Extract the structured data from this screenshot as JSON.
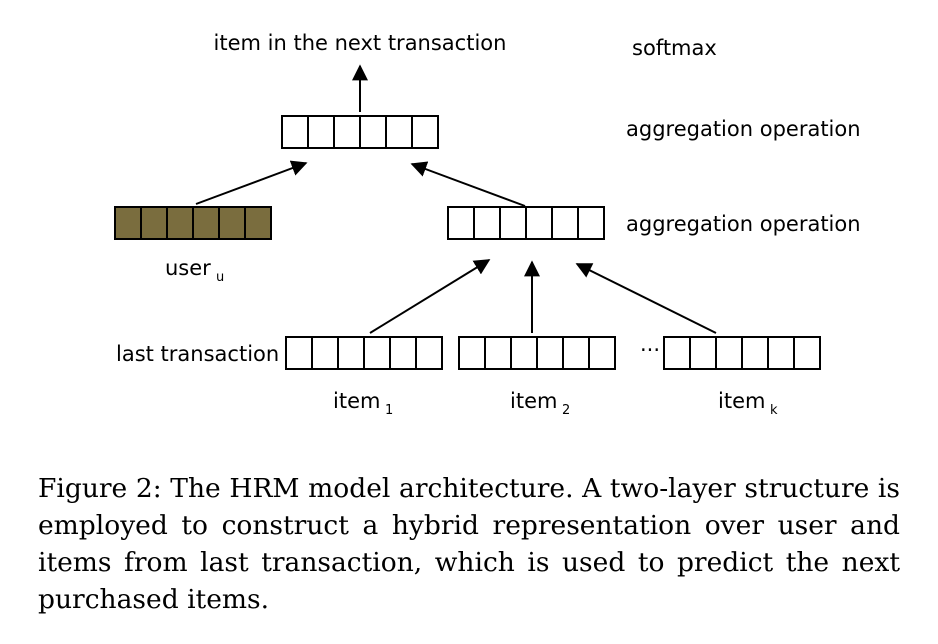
{
  "labels": {
    "top": "item in the next transaction",
    "softmax": "softmax",
    "agg_top": "aggregation operation",
    "agg_mid": "aggregation operation",
    "user": "user",
    "user_sub": "u",
    "last_transaction": "last transaction",
    "ellipsis": "···",
    "item1": "item",
    "item1_sub": "1",
    "item2": "item",
    "item2_sub": "2",
    "itemk": "item",
    "itemk_sub": "k"
  },
  "colors": {
    "user_vector_fill": "#7a6d3e"
  },
  "caption": "Figure 2: The HRM model architecture. A two-layer structure is employed to construct a hybrid representation over user and items from last transaction, which is used to predict the next purchased items."
}
